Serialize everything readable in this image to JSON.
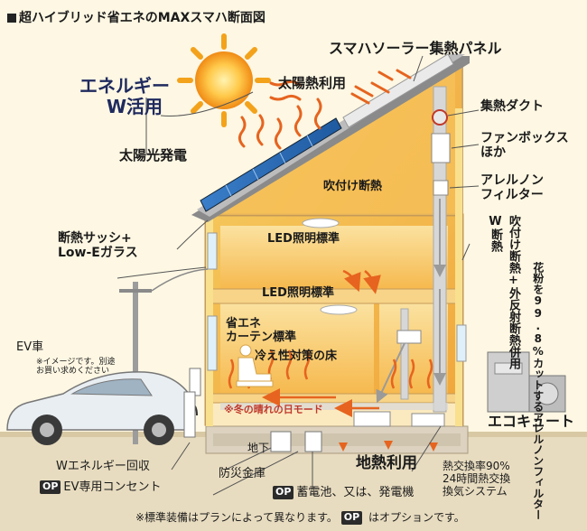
{
  "title": "超ハイブリッド省エネのMAXスマハ断面図",
  "labels": {
    "energy_w": [
      "エネルギー",
      "W活用"
    ],
    "solar_heat": "太陽熱利用",
    "solar_power": "太陽光発電",
    "solar_panel": "スマハソーラー集熱パネル",
    "duct": "集熱ダクト",
    "fanbox": [
      "ファンボックス",
      "ほか"
    ],
    "filter": [
      "アレルノン",
      "フィルター"
    ],
    "spray_top": "吹付け断熱",
    "sash": [
      "断熱サッシ+",
      "Low-Eガラス"
    ],
    "led_upper": "LED照明標準",
    "led_lower": "LED照明標準",
    "curtain": [
      "省エネ",
      "カーテン標準"
    ],
    "cold_floor": "冷え性対策の床",
    "winter": "※冬の晴れの日モード",
    "w_insulation": [
      "W",
      "断熱"
    ],
    "outer_insulation": [
      "吹付け断熱+",
      "外反射断熱併用"
    ],
    "pollen": [
      "花粉を99.8%",
      "カットするアレルノン",
      "フィルター"
    ],
    "ev": "EV車",
    "ev_note": [
      "※イメージです。別途",
      "お買い求めください"
    ],
    "ecocute": "エコキュート",
    "underground": "地下",
    "geo": "地熱利用",
    "w_recovery": "Wエネルギー回収",
    "ev_outlet": "EV専用コンセント",
    "safe": "防災金庫",
    "battery": "蓄電池、又は、発電機",
    "heat_exchange": [
      "熱交換率90%",
      "24時間熱交換",
      "換気システム"
    ],
    "op": "OP"
  },
  "footer": {
    "note": "※標準装備はプランによって異なります。",
    "op": "OP",
    "note2": "はオプションです。"
  },
  "colors": {
    "bg": "#fdf7e3",
    "house_fill": "#f4b23c",
    "house_light": "#f9d98d",
    "wall": "#fbe6a6",
    "floor": "#f7c978",
    "roof_panel": "#2e6fb8",
    "arrow_orange": "#e6641f",
    "duct": "#c9c9c9",
    "sun": "#f3a21b"
  }
}
